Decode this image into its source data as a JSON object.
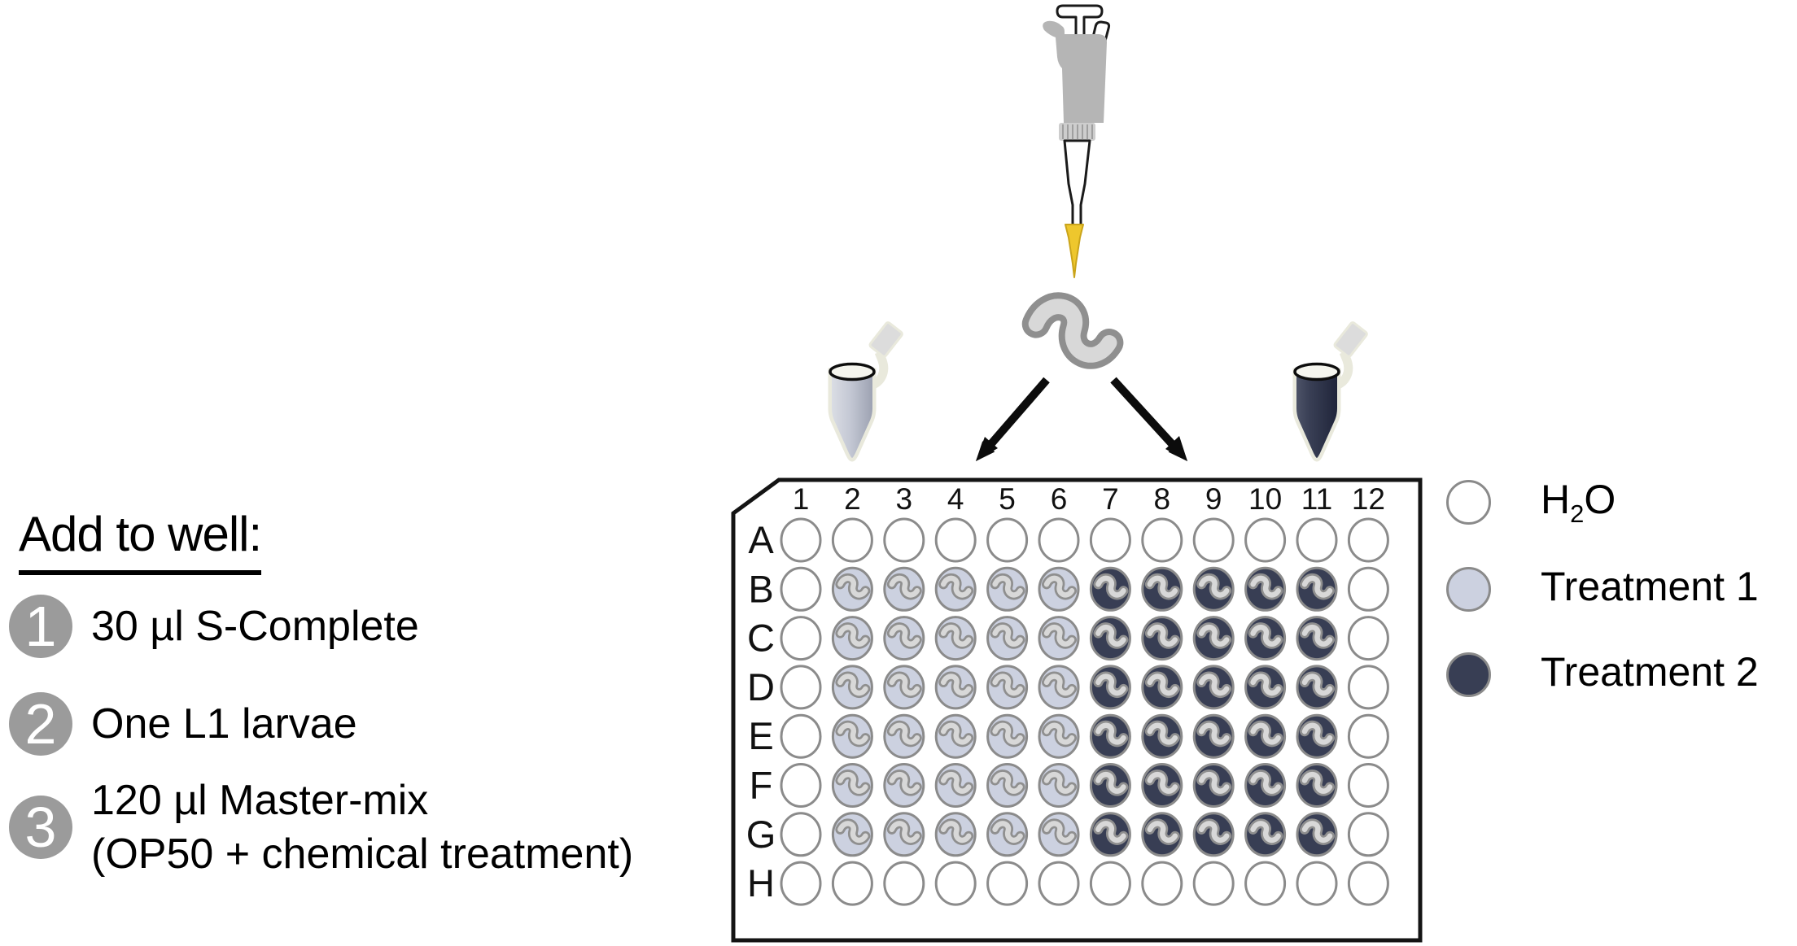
{
  "instructions": {
    "heading": "Add to well:",
    "steps": [
      {
        "number": "1",
        "text": "30 µl S-Complete",
        "text2": ""
      },
      {
        "number": "2",
        "text": "One L1 larvae",
        "text2": ""
      },
      {
        "number": "3",
        "text": "120 µl Master-mix",
        "text2": "(OP50 + chemical treatment)"
      }
    ]
  },
  "plate": {
    "column_labels": [
      "1",
      "2",
      "3",
      "4",
      "5",
      "6",
      "7",
      "8",
      "9",
      "10",
      "11",
      "12"
    ],
    "row_labels": [
      "A",
      "B",
      "C",
      "D",
      "E",
      "F",
      "G",
      "H"
    ],
    "wells": [
      [
        "h2o",
        "h2o",
        "h2o",
        "h2o",
        "h2o",
        "h2o",
        "h2o",
        "h2o",
        "h2o",
        "h2o",
        "h2o",
        "h2o"
      ],
      [
        "h2o",
        "treatment1",
        "treatment1",
        "treatment1",
        "treatment1",
        "treatment1",
        "treatment2",
        "treatment2",
        "treatment2",
        "treatment2",
        "treatment2",
        "h2o"
      ],
      [
        "h2o",
        "treatment1",
        "treatment1",
        "treatment1",
        "treatment1",
        "treatment1",
        "treatment2",
        "treatment2",
        "treatment2",
        "treatment2",
        "treatment2",
        "h2o"
      ],
      [
        "h2o",
        "treatment1",
        "treatment1",
        "treatment1",
        "treatment1",
        "treatment1",
        "treatment2",
        "treatment2",
        "treatment2",
        "treatment2",
        "treatment2",
        "h2o"
      ],
      [
        "h2o",
        "treatment1",
        "treatment1",
        "treatment1",
        "treatment1",
        "treatment1",
        "treatment2",
        "treatment2",
        "treatment2",
        "treatment2",
        "treatment2",
        "h2o"
      ],
      [
        "h2o",
        "treatment1",
        "treatment1",
        "treatment1",
        "treatment1",
        "treatment1",
        "treatment2",
        "treatment2",
        "treatment2",
        "treatment2",
        "treatment2",
        "h2o"
      ],
      [
        "h2o",
        "treatment1",
        "treatment1",
        "treatment1",
        "treatment1",
        "treatment1",
        "treatment2",
        "treatment2",
        "treatment2",
        "treatment2",
        "treatment2",
        "h2o"
      ],
      [
        "h2o",
        "h2o",
        "h2o",
        "h2o",
        "h2o",
        "h2o",
        "h2o",
        "h2o",
        "h2o",
        "h2o",
        "h2o",
        "h2o"
      ]
    ]
  },
  "legend": {
    "items": [
      {
        "id": "h2o",
        "label_pre": "H",
        "label_sub": "2",
        "label_post": "O",
        "color_key": "h2o"
      },
      {
        "id": "treatment1",
        "label_pre": "Treatment 1",
        "label_sub": "",
        "label_post": "",
        "color_key": "treatment1"
      },
      {
        "id": "treatment2",
        "label_pre": "Treatment 2",
        "label_sub": "",
        "label_post": "",
        "color_key": "treatment2"
      }
    ]
  },
  "illustrations": {
    "pipette": "single-channel-pipette-icon",
    "worm": "l1-larva-worm-icon",
    "tube_left": "microcentrifuge-tube-light-icon",
    "tube_right": "microcentrifuge-tube-dark-icon",
    "arrows": [
      "arrow-down-left-icon",
      "arrow-down-right-icon"
    ]
  },
  "colors": {
    "h2o": "#ffffff",
    "treatment1": "#ccd1e0",
    "treatment2": "#383e54",
    "well_border": "#8b8b8b",
    "worm_outline": "#8f8f8f",
    "worm_body": "#d8d8d8",
    "step_badge": "#9b9b9b",
    "pipette_tip": "#eec72d"
  }
}
